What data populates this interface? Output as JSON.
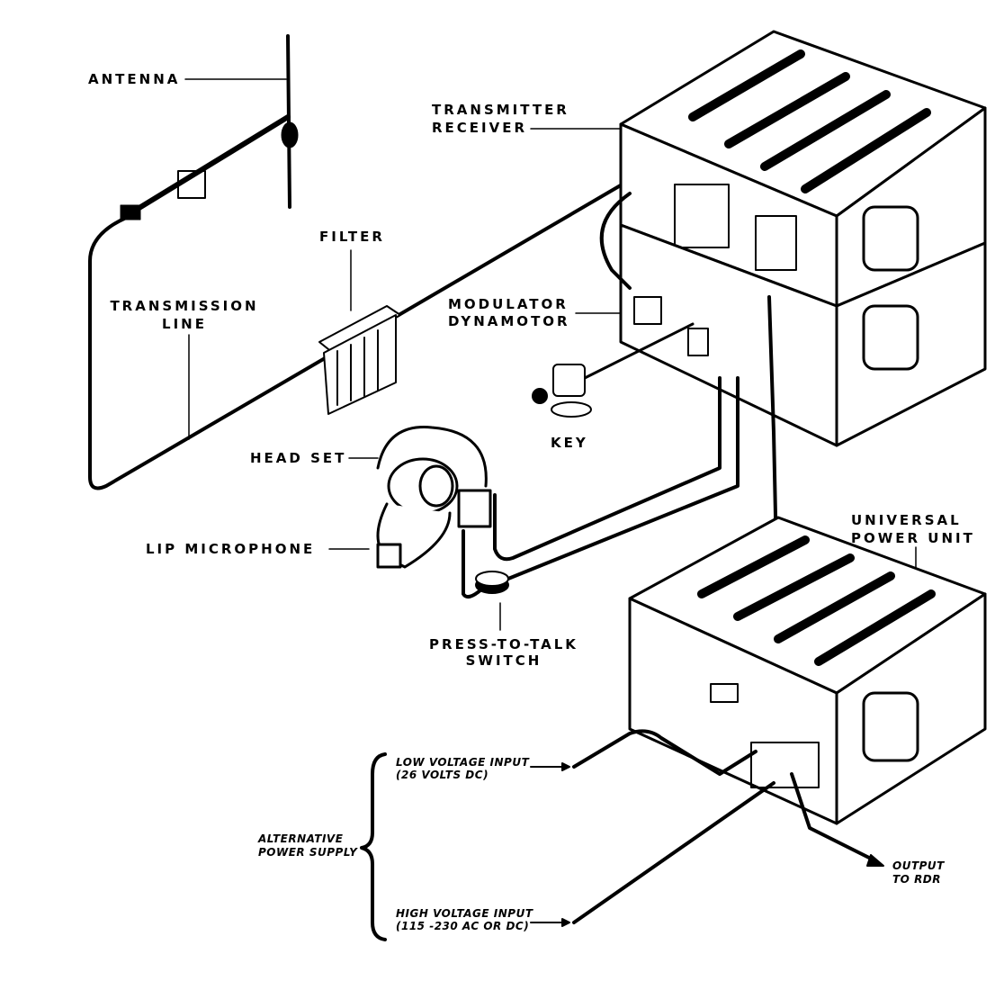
{
  "labels": {
    "antenna": "ANTENNA",
    "transmitter_receiver": [
      "TRANSMITTER",
      "RECEIVER"
    ],
    "filter": "FILTER",
    "transmission_line": [
      "TRANSMISSION",
      "LINE"
    ],
    "modulator_dynamotor": [
      "MODULATOR",
      "DYNAMOTOR"
    ],
    "key": "KEY",
    "head_set": "HEAD SET",
    "lip_microphone": "LIP MICROPHONE",
    "press_to_talk_switch": [
      "PRESS-TO-TALK",
      "SWITCH"
    ],
    "universal_power_unit": [
      "UNIVERSAL",
      "POWER UNIT"
    ],
    "low_voltage_input": [
      "LOW VOLTAGE INPUT",
      "(26 VOLTS DC)"
    ],
    "high_voltage_input": [
      "HIGH VOLTAGE INPUT",
      "(115 -230 AC OR DC)"
    ],
    "alternative_power_supply": [
      "ALTERNATIVE",
      "POWER SUPPLY"
    ],
    "output_to_rdr": [
      "OUTPUT",
      "TO RDR"
    ]
  }
}
